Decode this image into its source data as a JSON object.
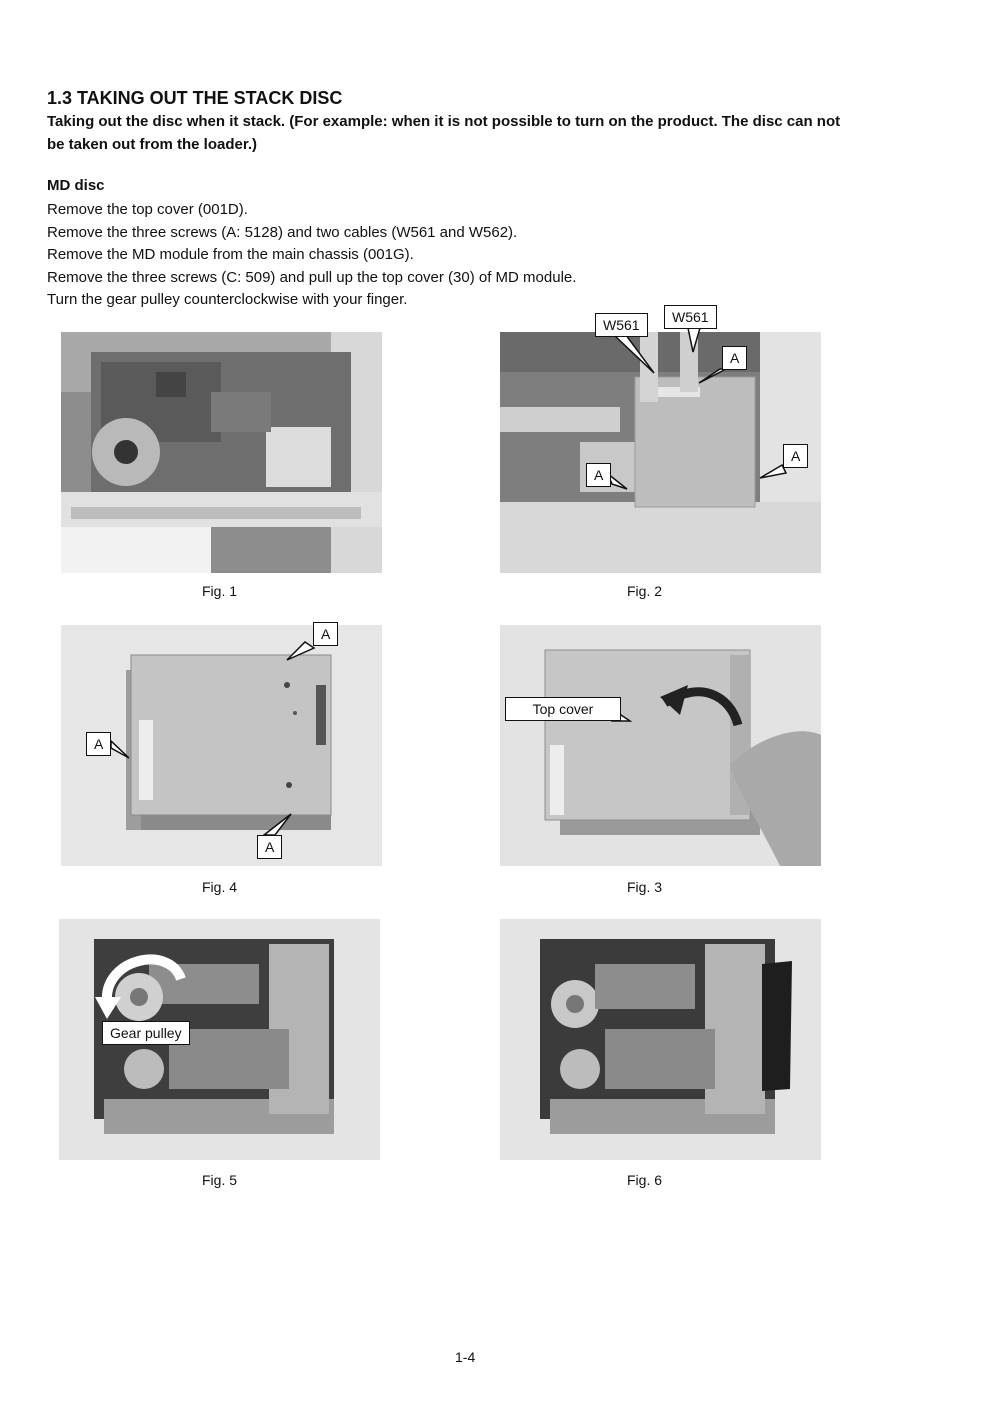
{
  "section": {
    "title": "1.3 TAKING OUT THE STACK DISC",
    "intro": "Taking out the disc when it stack. (For example: when it is not possible to turn on the product. The disc can not be taken out from the loader.)"
  },
  "md_disc": {
    "heading": "MD disc",
    "steps": [
      "Remove the top cover (001D).",
      "Remove the three screws (A: 5128) and two cables (W561 and W562).",
      "Remove the MD module from the main chassis (001G).",
      "Remove the three screws (C: 509) and pull up the top cover (30) of MD module.",
      "Turn the gear pulley counterclockwise with your finger."
    ]
  },
  "figures": {
    "fig1": {
      "caption": "Fig. 1"
    },
    "fig2": {
      "caption": "Fig. 2",
      "callouts": [
        "W561",
        "W561",
        "A",
        "A",
        "A"
      ]
    },
    "fig3": {
      "caption": "Fig. 3",
      "callouts": [
        "Top cover"
      ]
    },
    "fig4": {
      "caption": "Fig. 4",
      "callouts": [
        "A",
        "A",
        "A"
      ]
    },
    "fig5": {
      "caption": "Fig. 5",
      "callouts": [
        "Gear pulley"
      ]
    },
    "fig6": {
      "caption": "Fig. 6"
    }
  },
  "page_number": "1-4"
}
